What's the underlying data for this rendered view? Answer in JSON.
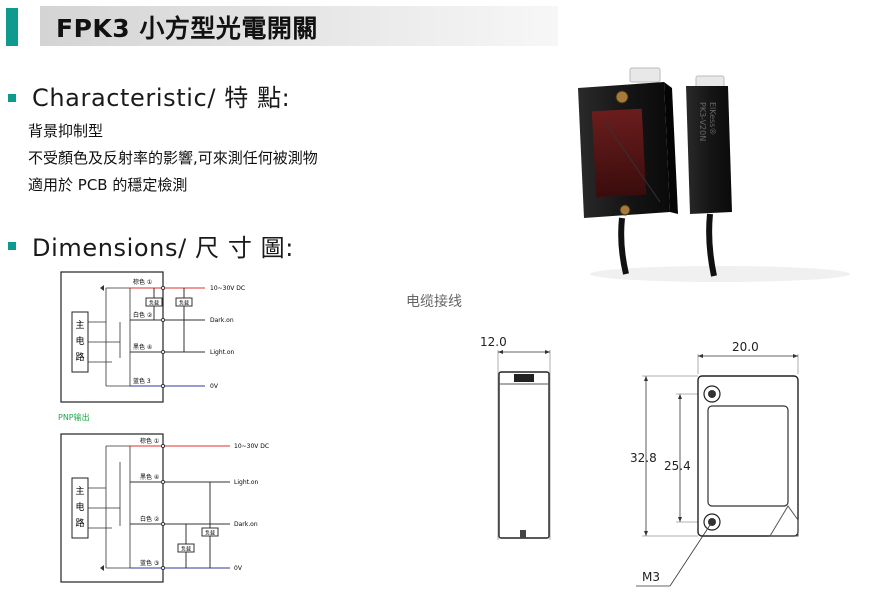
{
  "header": {
    "title": "FPK3 小方型光電開關"
  },
  "characteristic": {
    "heading": "Characteristic/ 特 點:",
    "lines": [
      "背景抑制型",
      "不受顏色及反射率的影響,可來測任何被測物",
      "適用於 PCB 的穩定檢測"
    ]
  },
  "dimensions": {
    "heading": "Dimensions/ 尺 寸 圖:"
  },
  "wiring_npn": {
    "ic_label": [
      "主",
      "电",
      "路"
    ],
    "wire_labels": [
      "棕色 ①",
      "白色 ②",
      "黑色 ④",
      "蓝色 3"
    ],
    "load_labels": [
      "负载",
      "负载"
    ],
    "signal_labels": [
      "10~30V DC",
      "Dark.on",
      "Light.on",
      "0V"
    ]
  },
  "wiring_pnp": {
    "heading": "PNP输出",
    "ic_label": [
      "主",
      "电",
      "路"
    ],
    "wire_labels": [
      "棕色 ①",
      "黑色 ④",
      "白色 ②",
      "蓝色 ③"
    ],
    "load_labels": [
      "负载",
      "负载"
    ],
    "signal_labels": [
      "10~30V DC",
      "Light.on",
      "Dark.on",
      "0V"
    ]
  },
  "drawing": {
    "cable_label": "电缆接线",
    "side_width": "12.0",
    "front_width": "20.0",
    "height_outer": "32.8",
    "height_inner": "25.4",
    "screw": "M3"
  },
  "photo": {
    "side_print_1": "PK3-V20N",
    "side_print_2": "ElKess®"
  },
  "colors": {
    "accent": "#0e9a8e",
    "pnp_label": "#1ea84a",
    "v_plus_wire": "#e0322c",
    "v_zero_wire": "#2b3a9c"
  }
}
